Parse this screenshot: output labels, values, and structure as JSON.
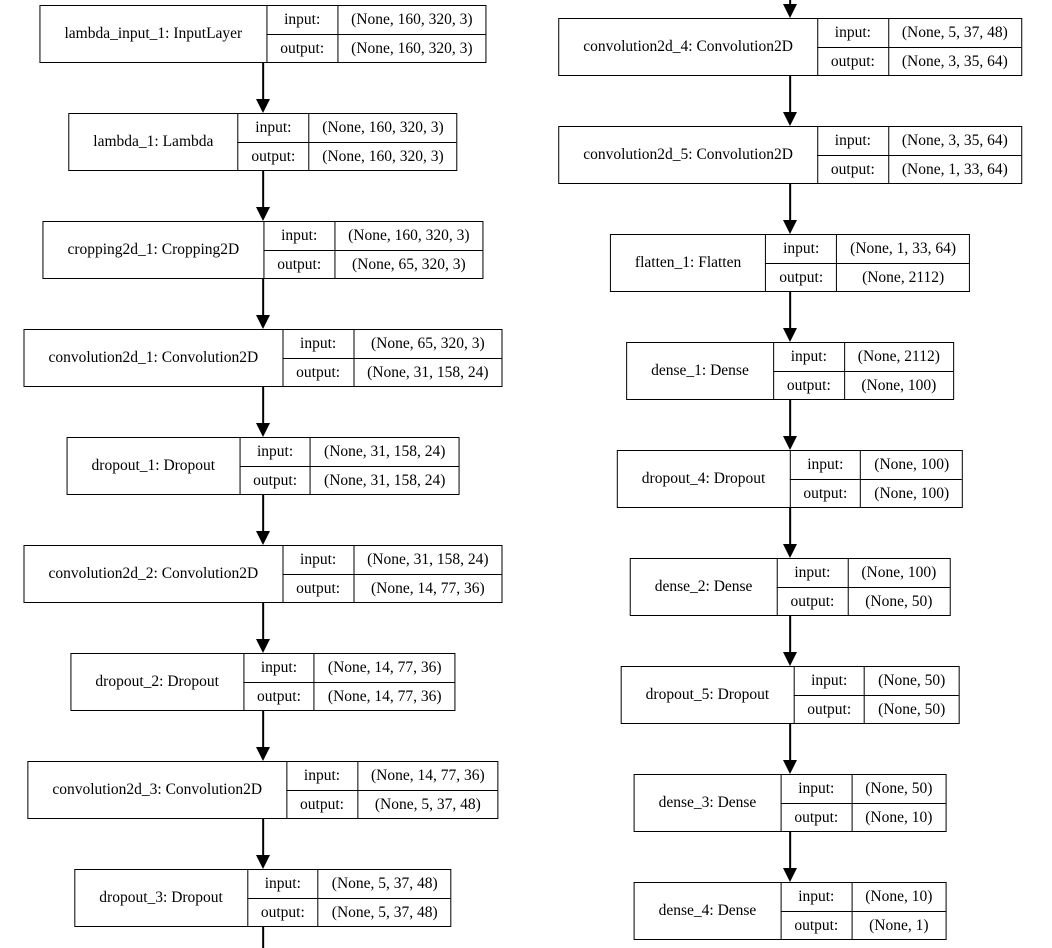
{
  "diagram": {
    "kind": "neural-network-layer-graph",
    "io_labels": {
      "input": "input:",
      "output": "output:"
    },
    "edge_color": "#000000",
    "node_border_color": "#000000",
    "node_fill_color": "#ffffff",
    "nodes": [
      {
        "id": "lambda_input_1",
        "name": "lambda_input_1: InputLayer",
        "input": "(None, 160, 320, 3)",
        "output": "(None, 160, 320, 3)",
        "column": "left"
      },
      {
        "id": "lambda_1",
        "name": "lambda_1: Lambda",
        "input": "(None, 160, 320, 3)",
        "output": "(None, 160, 320, 3)",
        "column": "left"
      },
      {
        "id": "cropping2d_1",
        "name": "cropping2d_1: Cropping2D",
        "input": "(None, 160, 320, 3)",
        "output": "(None, 65, 320, 3)",
        "column": "left"
      },
      {
        "id": "convolution2d_1",
        "name": "convolution2d_1: Convolution2D",
        "input": "(None, 65, 320, 3)",
        "output": "(None, 31, 158, 24)",
        "column": "left"
      },
      {
        "id": "dropout_1",
        "name": "dropout_1: Dropout",
        "input": "(None, 31, 158, 24)",
        "output": "(None, 31, 158, 24)",
        "column": "left"
      },
      {
        "id": "convolution2d_2",
        "name": "convolution2d_2: Convolution2D",
        "input": "(None, 31, 158, 24)",
        "output": "(None, 14, 77, 36)",
        "column": "left"
      },
      {
        "id": "dropout_2",
        "name": "dropout_2: Dropout",
        "input": "(None, 14, 77, 36)",
        "output": "(None, 14, 77, 36)",
        "column": "left"
      },
      {
        "id": "convolution2d_3",
        "name": "convolution2d_3: Convolution2D",
        "input": "(None, 14, 77, 36)",
        "output": "(None, 5, 37, 48)",
        "column": "left"
      },
      {
        "id": "dropout_3",
        "name": "dropout_3: Dropout",
        "input": "(None, 5, 37, 48)",
        "output": "(None, 5, 37, 48)",
        "column": "left"
      },
      {
        "id": "convolution2d_4",
        "name": "convolution2d_4: Convolution2D",
        "input": "(None, 5, 37, 48)",
        "output": "(None, 3, 35, 64)",
        "column": "right"
      },
      {
        "id": "convolution2d_5",
        "name": "convolution2d_5: Convolution2D",
        "input": "(None, 3, 35, 64)",
        "output": "(None, 1, 33, 64)",
        "column": "right"
      },
      {
        "id": "flatten_1",
        "name": "flatten_1: Flatten",
        "input": "(None, 1, 33, 64)",
        "output": "(None, 2112)",
        "column": "right"
      },
      {
        "id": "dense_1",
        "name": "dense_1: Dense",
        "input": "(None, 2112)",
        "output": "(None, 100)",
        "column": "right"
      },
      {
        "id": "dropout_4",
        "name": "dropout_4: Dropout",
        "input": "(None, 100)",
        "output": "(None, 100)",
        "column": "right"
      },
      {
        "id": "dense_2",
        "name": "dense_2: Dense",
        "input": "(None, 100)",
        "output": "(None, 50)",
        "column": "right"
      },
      {
        "id": "dropout_5",
        "name": "dropout_5: Dropout",
        "input": "(None, 50)",
        "output": "(None, 50)",
        "column": "right"
      },
      {
        "id": "dense_3",
        "name": "dense_3: Dense",
        "input": "(None, 50)",
        "output": "(None, 10)",
        "column": "right"
      },
      {
        "id": "dense_4",
        "name": "dense_4: Dense",
        "input": "(None, 10)",
        "output": "(None, 1)",
        "column": "right"
      }
    ],
    "offscreen_edges": [
      {
        "column": "left",
        "position": "bottom",
        "meaning": "continues-to-right-column"
      },
      {
        "column": "right",
        "position": "top",
        "meaning": "continues-from-left-column"
      }
    ]
  }
}
